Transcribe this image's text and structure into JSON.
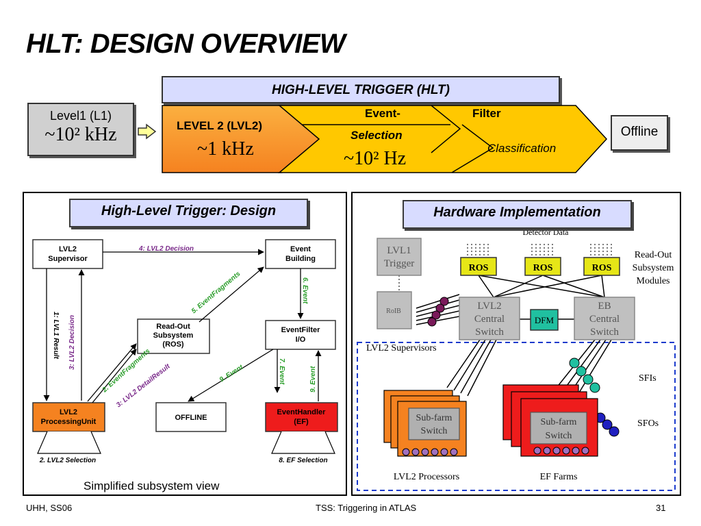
{
  "title": "HLT: DESIGN OVERVIEW",
  "banner": {
    "hlt_header": "HIGH-LEVEL TRIGGER (HLT)",
    "level1_label": "Level1 (L1)",
    "level1_rate": "~10² kHz",
    "lvl2_label": "LEVEL 2 (LVL2)",
    "lvl2_rate": "~1 kHz",
    "ef_event": "Event-",
    "ef_filter": "Filter",
    "ef_selection": "Selection",
    "ef_rate": "~10² Hz",
    "ef_classification": "Classification",
    "offline": "Offline"
  },
  "left_panel": {
    "title": "High-Level Trigger: Design",
    "caption": "Simplified subsystem view",
    "nodes": {
      "lvl2_supervisor": [
        "LVL2",
        "Supervisor"
      ],
      "event_building": [
        "Event",
        "Building"
      ],
      "ros": [
        "Read-Out",
        "Subsystem",
        "(ROS)"
      ],
      "eventfilter_io": [
        "EventFilter",
        "I/O"
      ],
      "lvl2_pu": [
        "LVL2",
        "ProcessingUnit"
      ],
      "offline": [
        "OFFLINE"
      ],
      "eventhandler": [
        "EventHandler",
        "(EF)"
      ]
    },
    "arrows": {
      "a1": "1: LVL1 Result",
      "a2": "2. EventFragments",
      "a3": "3: LVL2 Decision",
      "a3b": "3: LVL2 DetailResult",
      "a4": "4: LVL2 Decision",
      "a5": "5. EventFragments",
      "a6": "6. Event",
      "a7": "7. Event",
      "a9": "9. Event",
      "a9b": "9. Event"
    },
    "selections": {
      "lvl2": "2. LVL2 Selection",
      "ef": "8. EF Selection"
    }
  },
  "right_panel": {
    "title": "Hardware Implementation",
    "detector_data": "Detector Data",
    "lvl1_trigger": [
      "LVL1",
      "Trigger"
    ],
    "roib": "RoIB",
    "ros": "ROS",
    "readout_modules": [
      "Read-Out",
      "Subsystem",
      "Modules"
    ],
    "lvl2_switch": [
      "LVL2",
      "Central",
      "Switch"
    ],
    "dfm": "DFM",
    "eb_switch": [
      "EB",
      "Central",
      "Switch"
    ],
    "lvl2_supervisors": "LVL2 Supervisors",
    "sfis": "SFIs",
    "sfos": "SFOs",
    "subfarm_switch": [
      "Sub-farm",
      "Switch"
    ],
    "lvl2_processors": "LVL2 Processors",
    "ef_farms": "EF Farms"
  },
  "footer": {
    "left": "UHH, SS06",
    "center": "TSS: Triggering in ATLAS",
    "page": "31"
  },
  "colors": {
    "header_blue": "#d8dcff",
    "lvl2_orange": "#f7962e",
    "ef_yellow": "#ffc800",
    "red": "#ee1c1c",
    "green_text": "#2a9d2a",
    "purple_text": "#7a2a8a",
    "ros_yellow": "#e6e617",
    "dfm_teal": "#20c0a0"
  }
}
